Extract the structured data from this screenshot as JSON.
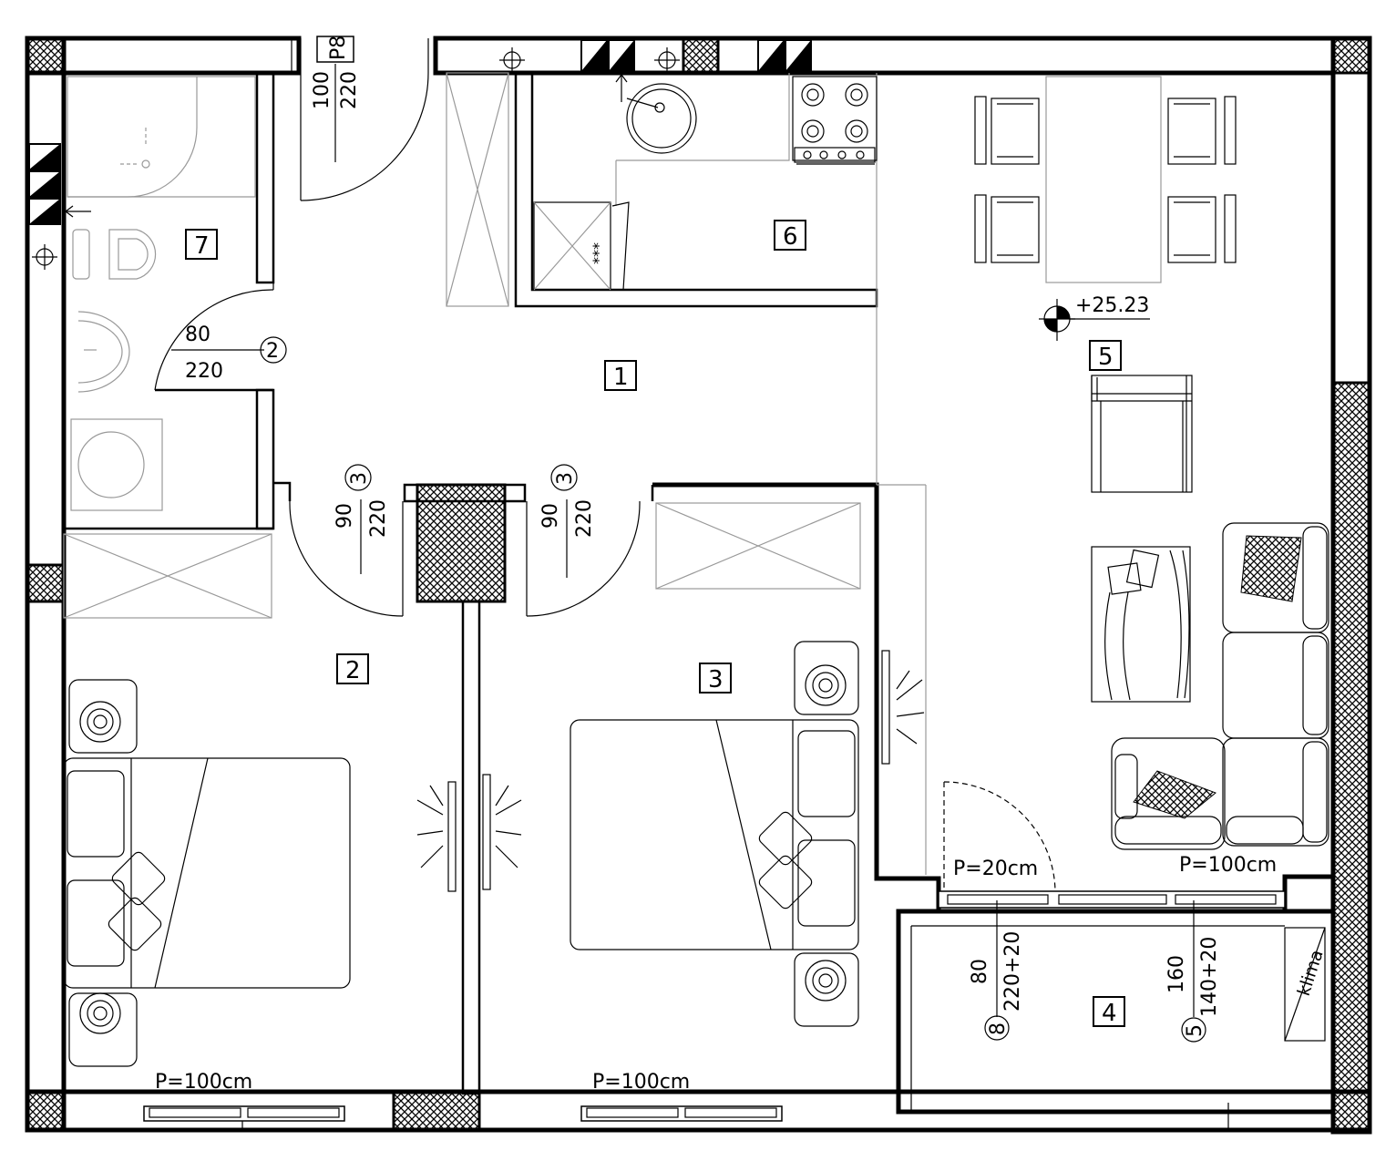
{
  "rooms": [
    {
      "id": "1"
    },
    {
      "id": "2"
    },
    {
      "id": "3"
    },
    {
      "id": "4"
    },
    {
      "id": "5"
    },
    {
      "id": "6"
    },
    {
      "id": "7"
    }
  ],
  "doors": {
    "bath": {
      "width": "80",
      "height": "220",
      "type": "2"
    },
    "bed2": {
      "width": "90",
      "height": "220",
      "type": "3"
    },
    "bed3": {
      "width": "90",
      "height": "220",
      "type": "3"
    },
    "entry": {
      "width": "100",
      "height": "220",
      "tag": "P8"
    },
    "balcony_door": {
      "width": "80",
      "height": "220+20",
      "type": "8"
    },
    "balcony_window": {
      "width": "160",
      "height": "140+20",
      "type": "5"
    }
  },
  "windows": {
    "bed2": "P=100cm",
    "bed3": "P=100cm",
    "living_left": "P=20cm",
    "living_right": "P=100cm"
  },
  "elevation": "+25.23",
  "equipment": {
    "ac": "klima",
    "fridge_mark": "***"
  },
  "colors": {
    "line": "#000000",
    "furniture_gray": "#999999",
    "background": "#ffffff"
  }
}
